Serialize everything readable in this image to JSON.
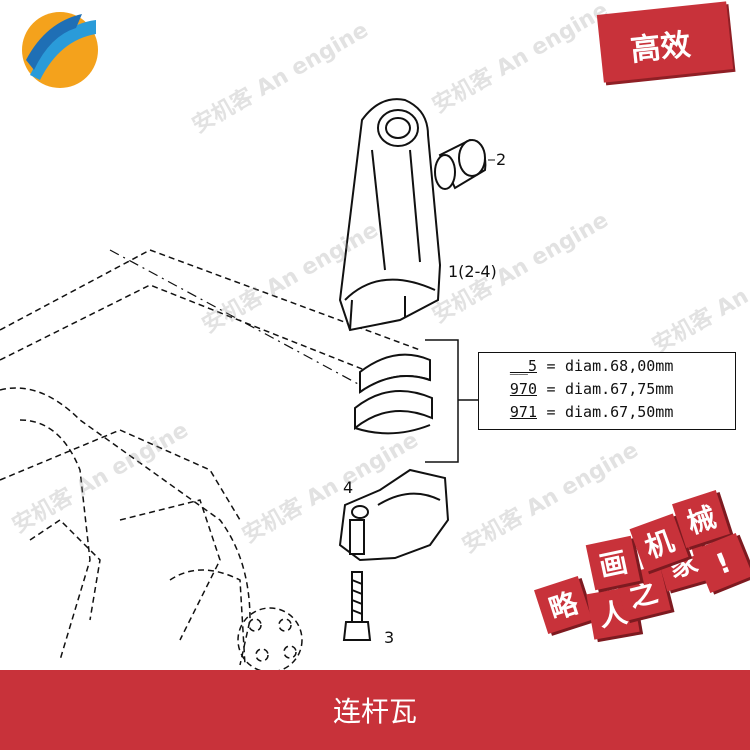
{
  "diagram": {
    "part_labels": {
      "conrod": "1(2-4)",
      "bushing": "2",
      "bolt": "3",
      "cap": "4"
    },
    "bearing_table": [
      {
        "code": "__5",
        "eq": "=",
        "spec": "diam.68,00mm"
      },
      {
        "code": "970",
        "eq": "=",
        "spec": "diam.67,75mm"
      },
      {
        "code": "971",
        "eq": "=",
        "spec": "diam.67,50mm"
      }
    ]
  },
  "watermark_text": "安机客 An engine",
  "badge_top": "高效",
  "badge_cubes": [
    "略",
    "人",
    "之",
    "家",
    "画",
    "机",
    "械",
    "!"
  ],
  "footer_title": "连杆瓦",
  "colors": {
    "brand_red": "#c8323a",
    "line": "#111111"
  }
}
